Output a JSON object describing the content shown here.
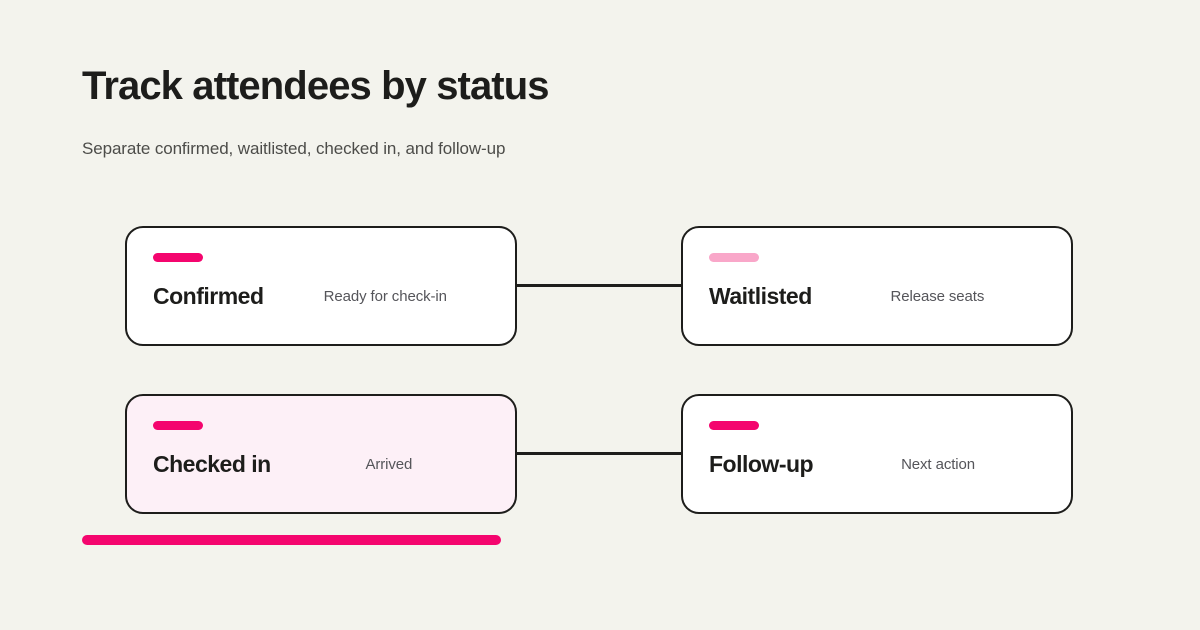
{
  "header": {
    "title": "Track attendees by status",
    "subtitle": "Separate confirmed, waitlisted, checked in, and follow-up"
  },
  "theme": {
    "background": "#f3f3ed",
    "accent": "#f4056e",
    "accent_soft": "#f9a7c9",
    "highlight_surface": "#fdf0f7",
    "surface": "#ffffff",
    "ink": "#1d1d1b",
    "muted_ink": "#55555a"
  },
  "flow": {
    "cards": [
      {
        "title": "Confirmed",
        "meta": "Ready for check-in",
        "accent": "#f4056e",
        "accent_style": "solid",
        "highlighted": false
      },
      {
        "title": "Waitlisted",
        "meta": "Release seats",
        "accent": "#f9a7c9",
        "accent_style": "soft",
        "highlighted": false
      },
      {
        "title": "Checked in",
        "meta": "Arrived",
        "accent": "#f4056e",
        "accent_style": "solid",
        "highlighted": true
      },
      {
        "title": "Follow-up",
        "meta": "Next action",
        "accent": "#f4056e",
        "accent_style": "solid",
        "highlighted": false
      }
    ],
    "connectors": [
      {
        "from": "Confirmed",
        "to": "Waitlisted"
      },
      {
        "from": "Checked in",
        "to": "Follow-up"
      }
    ]
  },
  "footer": {
    "rule_color": "#f4056e"
  }
}
